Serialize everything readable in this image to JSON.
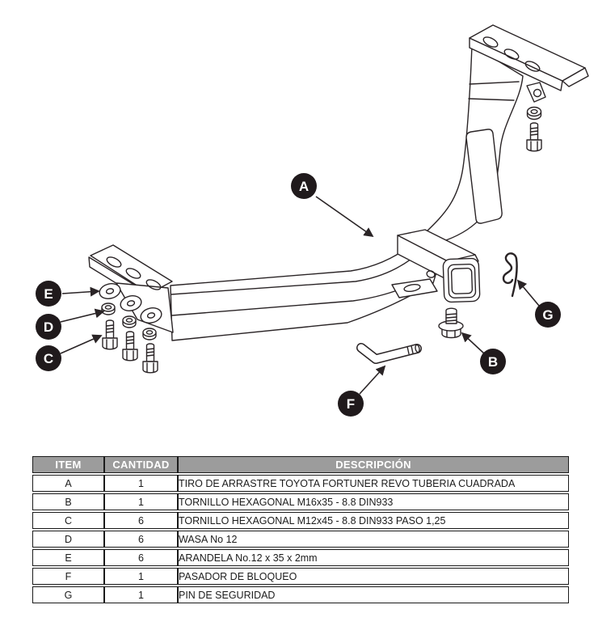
{
  "diagram": {
    "callouts": [
      {
        "letter": "A",
        "part": "hitch-main-tube"
      },
      {
        "letter": "B",
        "part": "hex-bolt-m16"
      },
      {
        "letter": "C",
        "part": "hex-bolt-m12"
      },
      {
        "letter": "D",
        "part": "lock-washer"
      },
      {
        "letter": "E",
        "part": "flat-washer"
      },
      {
        "letter": "F",
        "part": "locking-pin"
      },
      {
        "letter": "G",
        "part": "safety-clip"
      }
    ]
  },
  "table": {
    "headers": {
      "item": "ITEM",
      "quantity": "CANTIDAD",
      "description": "DESCRIPCIÓN"
    },
    "rows": [
      {
        "item": "A",
        "quantity": "1",
        "description": "TIRO DE ARRASTRE TOYOTA FORTUNER REVO TUBERIA CUADRADA"
      },
      {
        "item": "B",
        "quantity": "1",
        "description": "TORNILLO  HEXAGONAL M16x35 - 8.8 DIN933"
      },
      {
        "item": "C",
        "quantity": "6",
        "description": "TORNILLO  HEXAGONAL M12x45 - 8.8 DIN933 PASO 1,25"
      },
      {
        "item": "D",
        "quantity": "6",
        "description": "WASA No 12"
      },
      {
        "item": "E",
        "quantity": "6",
        "description": "ARANDELA No.12 x 35 x 2mm"
      },
      {
        "item": "F",
        "quantity": "1",
        "description": "PASADOR DE BLOQUEO"
      },
      {
        "item": "G",
        "quantity": "1",
        "description": "PIN DE SEGURIDAD"
      }
    ]
  },
  "colors": {
    "line": "#2a2426",
    "callout_bg": "#201a1c",
    "callout_text": "#ffffff",
    "table_header_bg": "#9c9c9c",
    "table_header_text": "#ffffff",
    "table_border": "#1b1b1b"
  }
}
